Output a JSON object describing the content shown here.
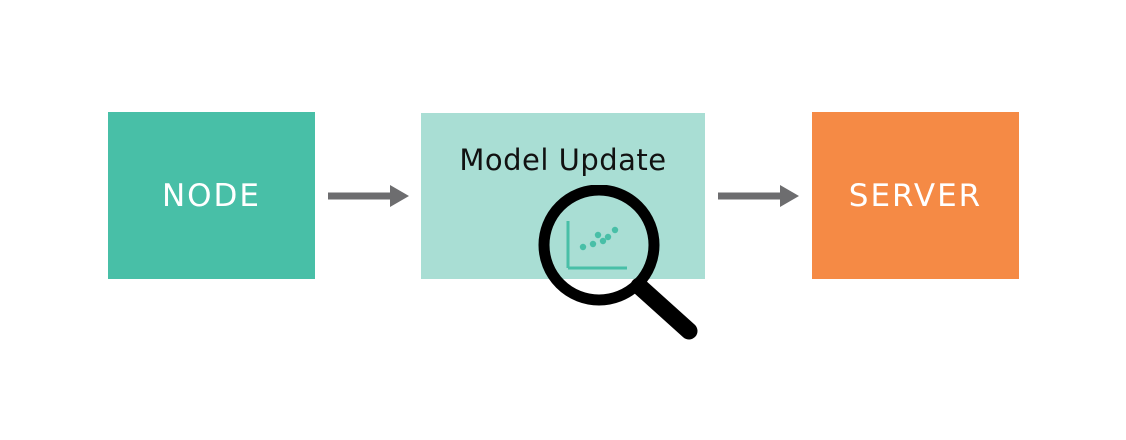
{
  "nodes": {
    "node": {
      "label": "NODE",
      "color": "#48bfa7"
    },
    "model_update": {
      "label": "Model Update",
      "color": "#a9ded4"
    },
    "server": {
      "label": "SERVER",
      "color": "#f58a45"
    }
  },
  "edges": [
    {
      "from": "node",
      "to": "model_update"
    },
    {
      "from": "model_update",
      "to": "server"
    }
  ],
  "colors": {
    "arrow": "#6d6d6f",
    "magnifier": "#000000",
    "chart_accent": "#48bfa7"
  },
  "icons": {
    "magnifier": "magnifying-glass-icon",
    "chart": "scatter-chart-icon"
  }
}
